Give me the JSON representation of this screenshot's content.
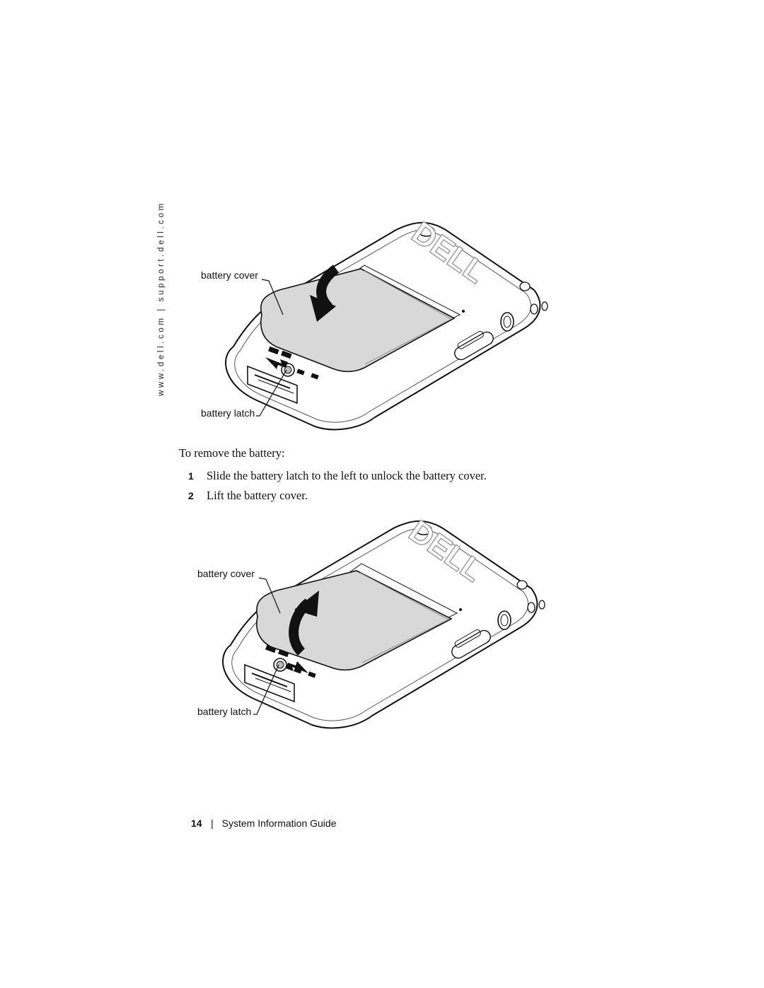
{
  "side_url": "www.dell.com | support.dell.com",
  "figure1": {
    "callout_cover": "battery cover",
    "callout_latch": "battery latch",
    "logo": "DELL"
  },
  "intro": "To remove the battery:",
  "steps": [
    {
      "num": "1",
      "text": "Slide the battery latch to the left to unlock the battery cover."
    },
    {
      "num": "2",
      "text": "Lift the battery cover."
    }
  ],
  "figure2": {
    "callout_cover": "battery cover",
    "callout_latch": "battery latch",
    "logo": "DELL"
  },
  "footer": {
    "page_number": "14",
    "separator": "|",
    "title": "System Information Guide"
  }
}
